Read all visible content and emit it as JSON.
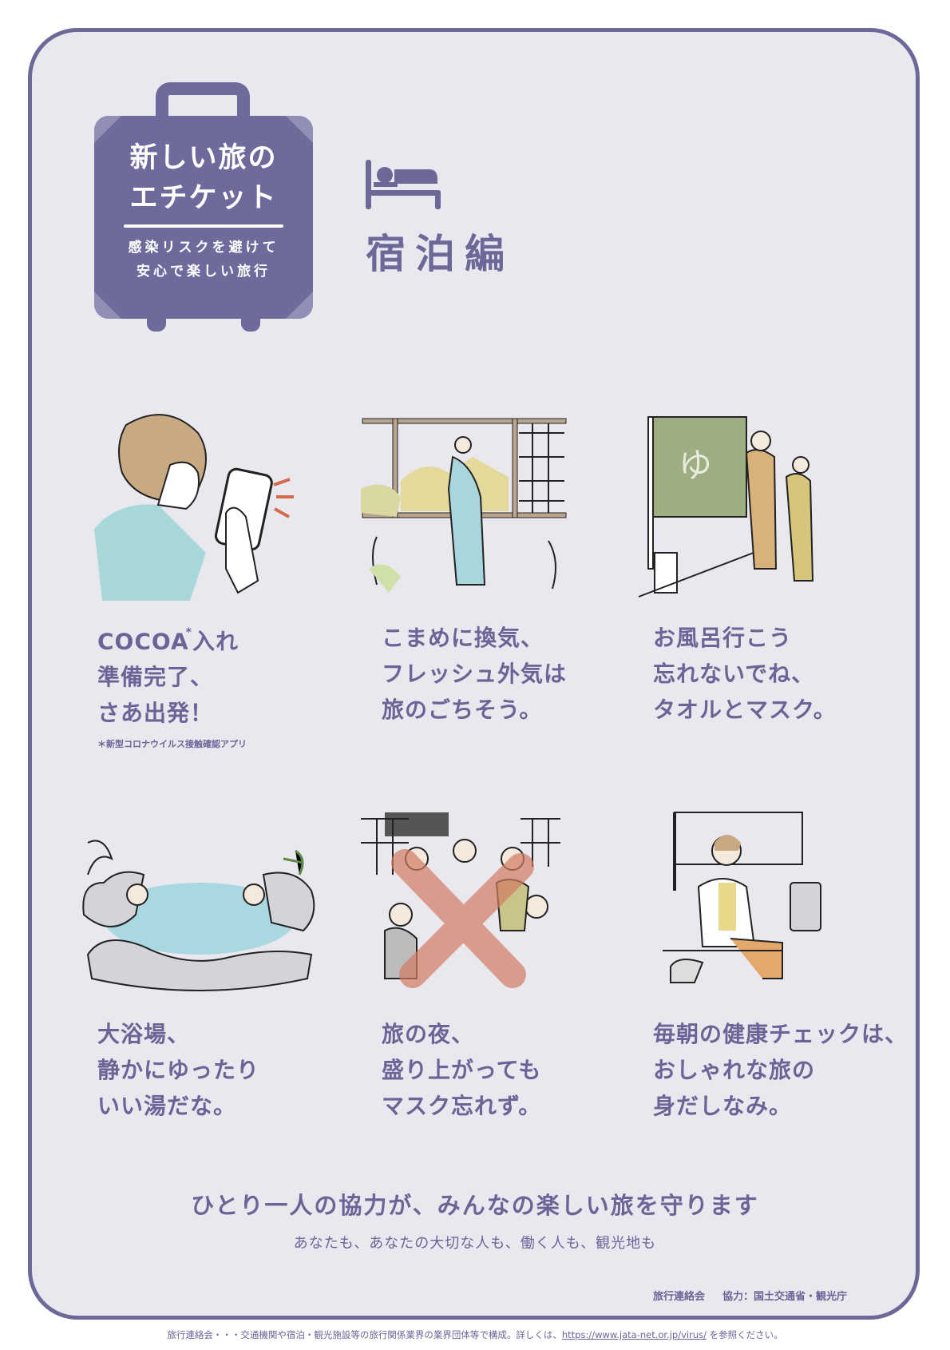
{
  "header": {
    "badge_title_line1": "新しい旅の",
    "badge_title_line2": "エチケット",
    "badge_sub_line1": "感染リスクを避けて",
    "badge_sub_line2": "安心で楽しい旅行",
    "section_icon": "bed-icon",
    "section_title": "宿泊編"
  },
  "colors": {
    "primary": "#6e6a9c",
    "background": "#e9e8ef",
    "text": "#6a6596"
  },
  "tips": [
    {
      "illustration": "person-using-smartphone-app",
      "lines": [
        "COCOA",
        "入れ",
        "準備完了、",
        "さあ出発！"
      ],
      "asterisk": "*"
    },
    {
      "illustration": "person-opening-window",
      "lines": [
        "こまめに換気、",
        "フレッシュ外気は",
        "旅のごちそう。"
      ]
    },
    {
      "illustration": "bath-curtain-people-with-masks",
      "lines": [
        "お風呂行こう",
        "忘れないでね、",
        "タオルとマスク。"
      ]
    },
    {
      "illustration": "outdoor-hot-spring",
      "lines": [
        "大浴場、",
        "静かにゆったり",
        "いい湯だな。"
      ]
    },
    {
      "illustration": "crossed-out-party-without-masks",
      "lines": [
        "旅の夜、",
        "盛り上がっても",
        "マスク忘れず。"
      ]
    },
    {
      "illustration": "person-taking-temperature",
      "lines": [
        "毎朝の健康チェックは、",
        "おしゃれな旅の",
        "身だしなみ。"
      ]
    }
  ],
  "footnote": "＊新型コロナウイルス接触確認アプリ",
  "slogan": "ひとり一人の協力が、みんなの楽しい旅を守ります",
  "slogan_sub": "あなたも、あなたの大切な人も、働く人も、観光地も",
  "credit": {
    "org": "旅行連絡会",
    "cooperation": "協力：国土交通省・観光庁"
  },
  "bottom_note": {
    "text_before": "旅行連絡会・・・交通機関や宿泊・観光施設等の旅行関係業界の業界団体等で構成。詳しくは、",
    "link": "https://www.jata-net.or.jp/virus/",
    "text_after": " を参照ください。"
  }
}
